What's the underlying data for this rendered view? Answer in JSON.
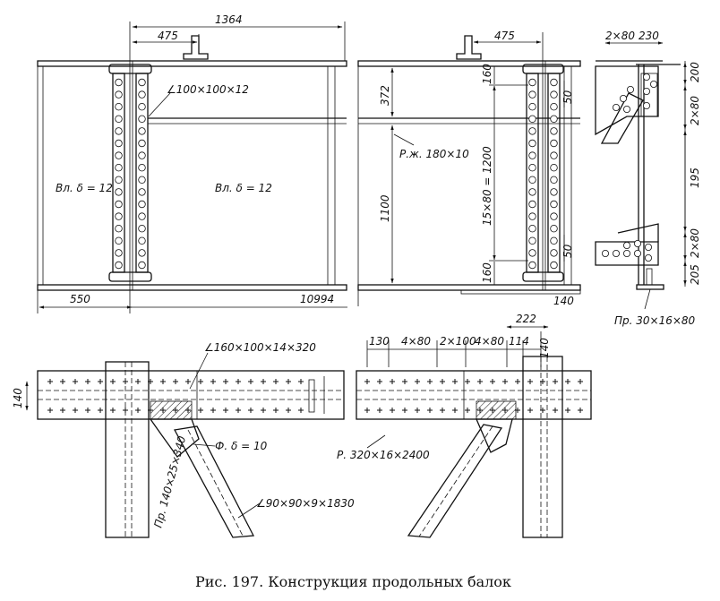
{
  "view1": {
    "dim_1364": "1364",
    "dim_475": "475",
    "dim_550": "550",
    "dim_10994": "10994",
    "angle_label": "∠100×100×12",
    "plate_left": "Вл. δ = 12",
    "plate_right": "Вл. δ = 12"
  },
  "view2": {
    "dim_475": "475",
    "dim_372": "372",
    "dim_1100": "1100",
    "dim_160_top": "160",
    "dim_160_bottom": "160",
    "dim_15x80": "15×80 = 1200",
    "dim_50_top": "50",
    "dim_50_bottom": "50",
    "dim_140": "140",
    "rib_label": "Р.ж. 180×10"
  },
  "view3": {
    "dim_2x80": "2×80",
    "dim_230": "230",
    "dim_200": "200",
    "dim_2x80_a": "2×80",
    "dim_195": "195",
    "dim_2x80_b": "2×80",
    "dim_205": "205",
    "strip_label": "Пр. 30×16×80"
  },
  "view4": {
    "dim_140": "140",
    "angle_label": "∠160×100×14×320",
    "gusset_label": "Ф. δ = 10",
    "strip_label": "Пр. 140×25×340",
    "brace_label": "∠90×90×9×1830"
  },
  "view5": {
    "dim_222": "222",
    "dim_130": "130",
    "dim_4x80_a": "4×80",
    "dim_2x100": "2×100",
    "dim_4x80_b": "4×80",
    "dim_114": "114",
    "dim_140": "140",
    "plate_label": "Р. 320×16×2400"
  },
  "caption": "Рис. 197. Конструкция продольных балок"
}
